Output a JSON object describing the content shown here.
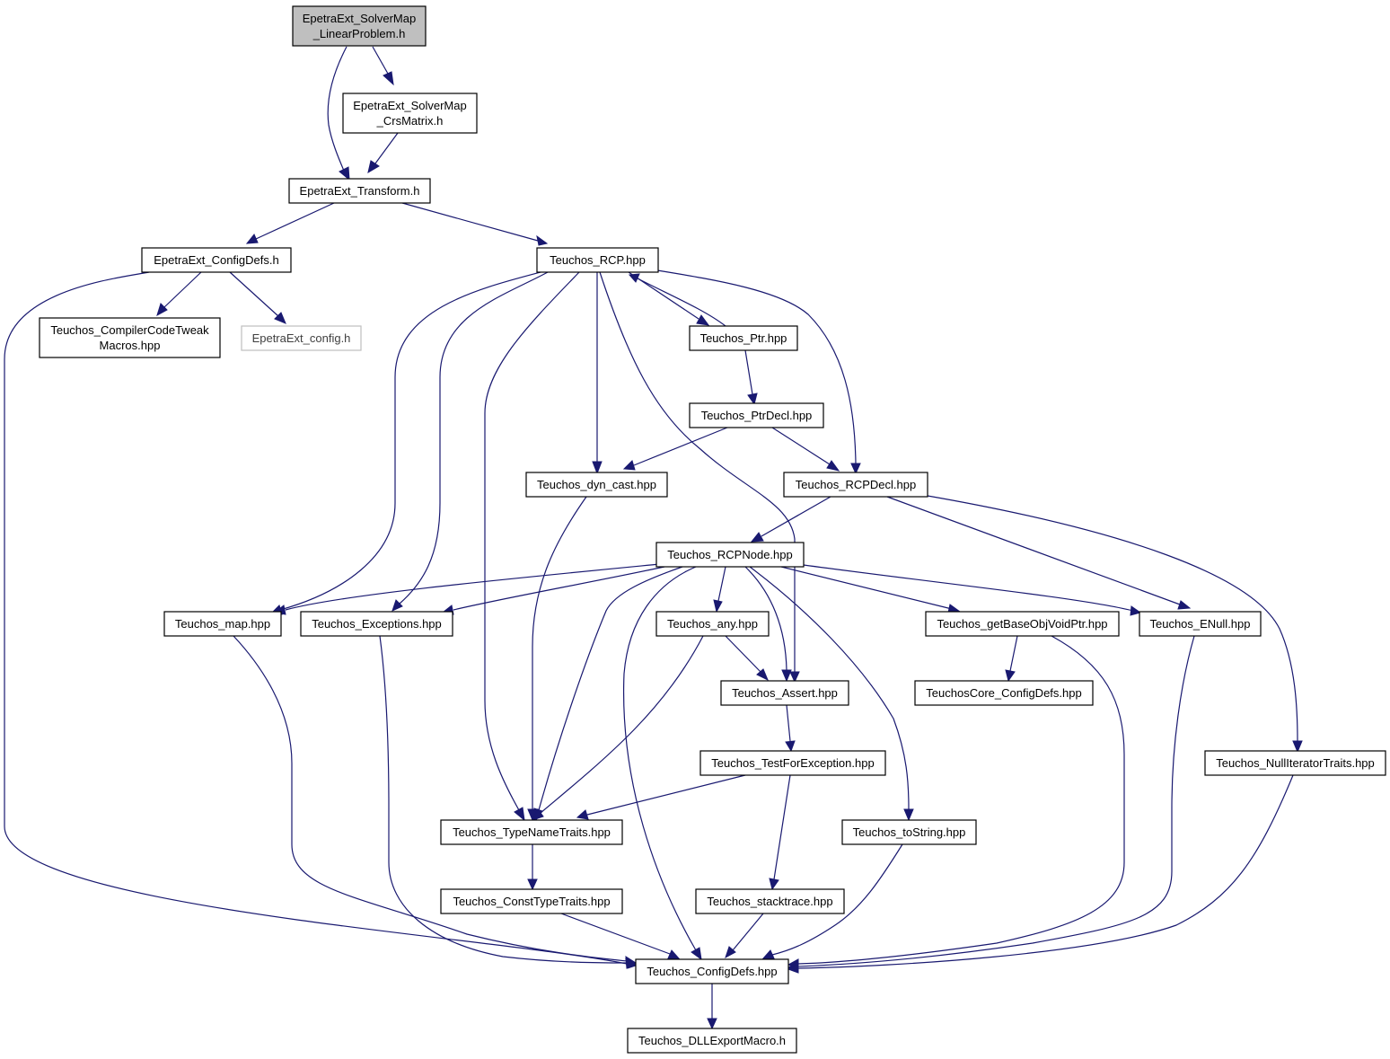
{
  "diagram": {
    "type": "include-dependency-graph",
    "colors": {
      "edge": "#191970",
      "root_fill": "#bfbfbf",
      "external_border": "#bfbfbf",
      "node_border": "#000000"
    },
    "nodes": [
      {
        "id": "n0",
        "lines": [
          "EpetraExt_SolverMap",
          "_LinearProblem.h"
        ],
        "style": "root"
      },
      {
        "id": "n1",
        "lines": [
          "EpetraExt_SolverMap",
          "_CrsMatrix.h"
        ]
      },
      {
        "id": "n2",
        "lines": [
          "EpetraExt_Transform.h"
        ]
      },
      {
        "id": "n3",
        "lines": [
          "EpetraExt_ConfigDefs.h"
        ]
      },
      {
        "id": "n4",
        "lines": [
          "Teuchos_RCP.hpp"
        ]
      },
      {
        "id": "n5",
        "lines": [
          "Teuchos_CompilerCodeTweak",
          "Macros.hpp"
        ]
      },
      {
        "id": "n6",
        "lines": [
          "EpetraExt_config.h"
        ],
        "style": "external"
      },
      {
        "id": "n7",
        "lines": [
          "Teuchos_Ptr.hpp"
        ]
      },
      {
        "id": "n8",
        "lines": [
          "Teuchos_PtrDecl.hpp"
        ]
      },
      {
        "id": "n9",
        "lines": [
          "Teuchos_dyn_cast.hpp"
        ]
      },
      {
        "id": "n10",
        "lines": [
          "Teuchos_RCPDecl.hpp"
        ]
      },
      {
        "id": "n11",
        "lines": [
          "Teuchos_RCPNode.hpp"
        ]
      },
      {
        "id": "n12",
        "lines": [
          "Teuchos_map.hpp"
        ]
      },
      {
        "id": "n13",
        "lines": [
          "Teuchos_Exceptions.hpp"
        ]
      },
      {
        "id": "n14",
        "lines": [
          "Teuchos_any.hpp"
        ]
      },
      {
        "id": "n15",
        "lines": [
          "Teuchos_getBaseObjVoidPtr.hpp"
        ]
      },
      {
        "id": "n16",
        "lines": [
          "Teuchos_ENull.hpp"
        ]
      },
      {
        "id": "n17",
        "lines": [
          "Teuchos_Assert.hpp"
        ]
      },
      {
        "id": "n18",
        "lines": [
          "TeuchosCore_ConfigDefs.hpp"
        ]
      },
      {
        "id": "n19",
        "lines": [
          "Teuchos_TestForException.hpp"
        ]
      },
      {
        "id": "n20",
        "lines": [
          "Teuchos_NullIteratorTraits.hpp"
        ]
      },
      {
        "id": "n21",
        "lines": [
          "Teuchos_TypeNameTraits.hpp"
        ]
      },
      {
        "id": "n22",
        "lines": [
          "Teuchos_toString.hpp"
        ]
      },
      {
        "id": "n23",
        "lines": [
          "Teuchos_ConstTypeTraits.hpp"
        ]
      },
      {
        "id": "n24",
        "lines": [
          "Teuchos_stacktrace.hpp"
        ]
      },
      {
        "id": "n25",
        "lines": [
          "Teuchos_ConfigDefs.hpp"
        ]
      },
      {
        "id": "n26",
        "lines": [
          "Teuchos_DLLExportMacro.h"
        ]
      }
    ],
    "edges": [
      {
        "from": "n0",
        "to": "n2"
      },
      {
        "from": "n0",
        "to": "n1"
      },
      {
        "from": "n1",
        "to": "n2"
      },
      {
        "from": "n2",
        "to": "n3"
      },
      {
        "from": "n2",
        "to": "n4"
      },
      {
        "from": "n3",
        "to": "n25"
      },
      {
        "from": "n3",
        "to": "n5"
      },
      {
        "from": "n3",
        "to": "n6"
      },
      {
        "from": "n4",
        "to": "n12"
      },
      {
        "from": "n4",
        "to": "n13"
      },
      {
        "from": "n4",
        "to": "n21"
      },
      {
        "from": "n4",
        "to": "n9"
      },
      {
        "from": "n4",
        "to": "n17"
      },
      {
        "from": "n4",
        "to": "n7"
      },
      {
        "from": "n7",
        "to": "n4"
      },
      {
        "from": "n4",
        "to": "n10"
      },
      {
        "from": "n7",
        "to": "n8"
      },
      {
        "from": "n8",
        "to": "n9"
      },
      {
        "from": "n8",
        "to": "n10"
      },
      {
        "from": "n9",
        "to": "n21"
      },
      {
        "from": "n10",
        "to": "n11"
      },
      {
        "from": "n10",
        "to": "n16"
      },
      {
        "from": "n10",
        "to": "n20"
      },
      {
        "from": "n11",
        "to": "n12"
      },
      {
        "from": "n11",
        "to": "n13"
      },
      {
        "from": "n11",
        "to": "n21"
      },
      {
        "from": "n11",
        "to": "n25"
      },
      {
        "from": "n11",
        "to": "n14"
      },
      {
        "from": "n11",
        "to": "n17"
      },
      {
        "from": "n11",
        "to": "n22"
      },
      {
        "from": "n11",
        "to": "n15"
      },
      {
        "from": "n11",
        "to": "n16"
      },
      {
        "from": "n12",
        "to": "n25"
      },
      {
        "from": "n13",
        "to": "n25"
      },
      {
        "from": "n14",
        "to": "n17"
      },
      {
        "from": "n14",
        "to": "n21"
      },
      {
        "from": "n15",
        "to": "n18"
      },
      {
        "from": "n15",
        "to": "n25"
      },
      {
        "from": "n16",
        "to": "n25"
      },
      {
        "from": "n17",
        "to": "n19"
      },
      {
        "from": "n19",
        "to": "n21"
      },
      {
        "from": "n19",
        "to": "n24"
      },
      {
        "from": "n20",
        "to": "n25"
      },
      {
        "from": "n21",
        "to": "n23"
      },
      {
        "from": "n22",
        "to": "n25"
      },
      {
        "from": "n23",
        "to": "n25"
      },
      {
        "from": "n24",
        "to": "n25"
      },
      {
        "from": "n25",
        "to": "n26"
      }
    ]
  }
}
